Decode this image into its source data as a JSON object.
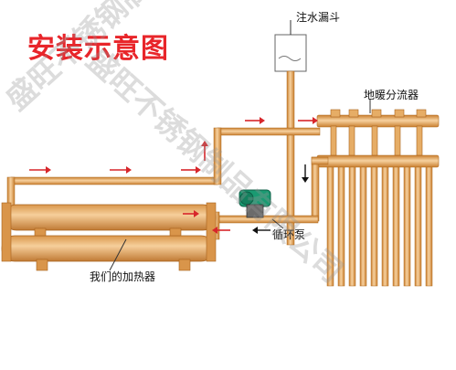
{
  "title": "安装示意图",
  "labels": {
    "funnel": "注水漏斗",
    "manifold": "地暖分流器",
    "pump": "循环泵",
    "heater": "我们的加热器"
  },
  "watermark": [
    "盛旺不锈钢制品有限公司",
    "盛旺不锈钢制品有限公司"
  ],
  "colors": {
    "title": "#e8252a",
    "pipe": "#e8b070",
    "arrow": "#d7262b",
    "pump": "#1a9a72"
  }
}
